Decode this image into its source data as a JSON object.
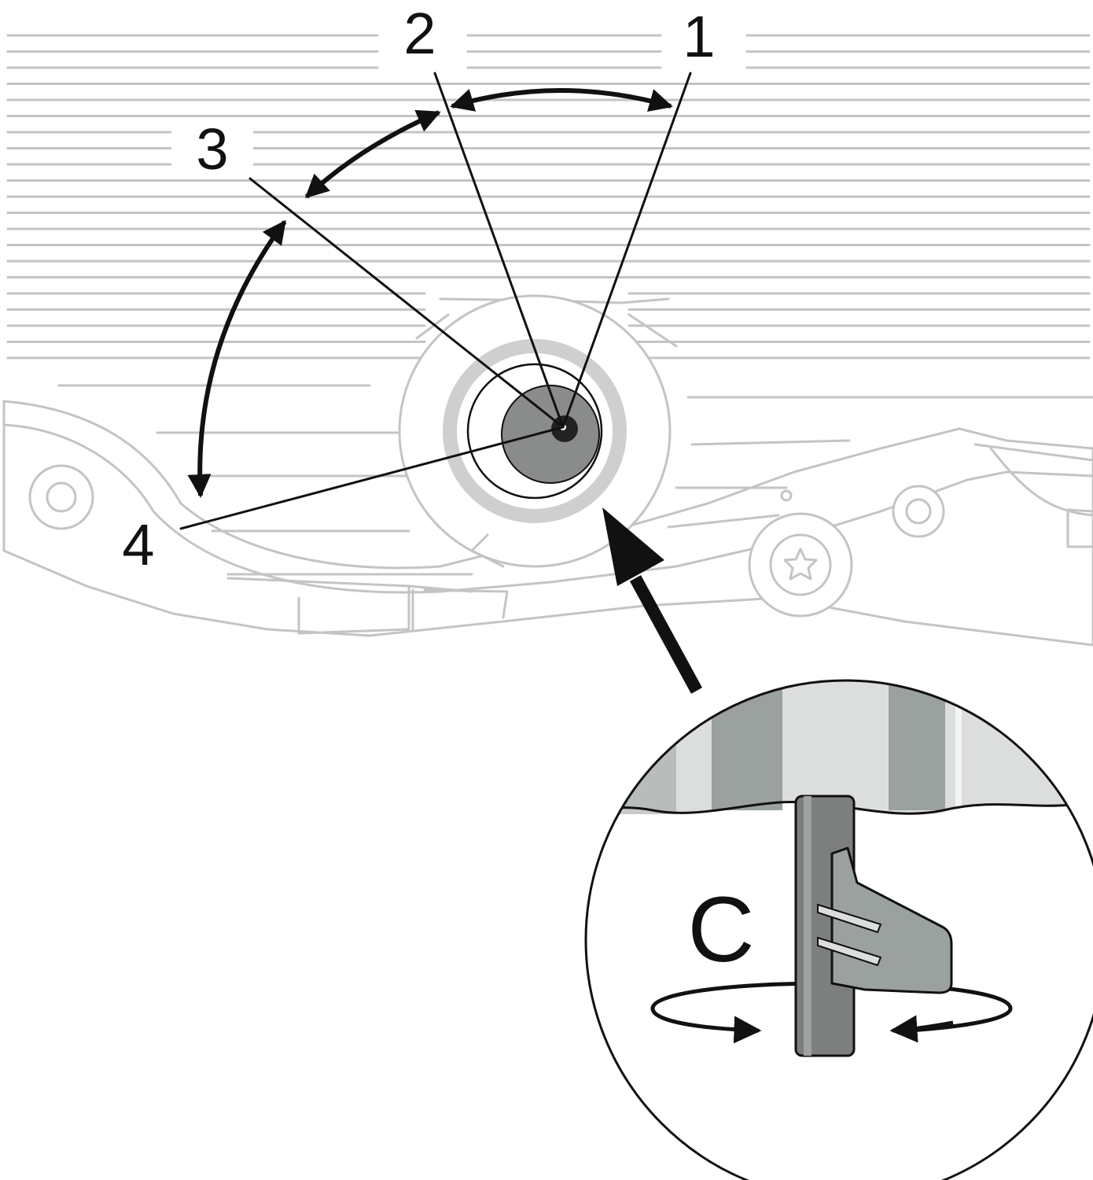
{
  "labels": {
    "pos1": "1",
    "pos2": "2",
    "pos3": "3",
    "pos4": "4",
    "detail": "C"
  },
  "colors": {
    "ink": "#111111",
    "outline": "#c4c4c4",
    "shaft": "#7d7f7e",
    "cap": "#8a8c8b",
    "light_band": "#dcdedd",
    "dark_band": "#9aa19f"
  }
}
